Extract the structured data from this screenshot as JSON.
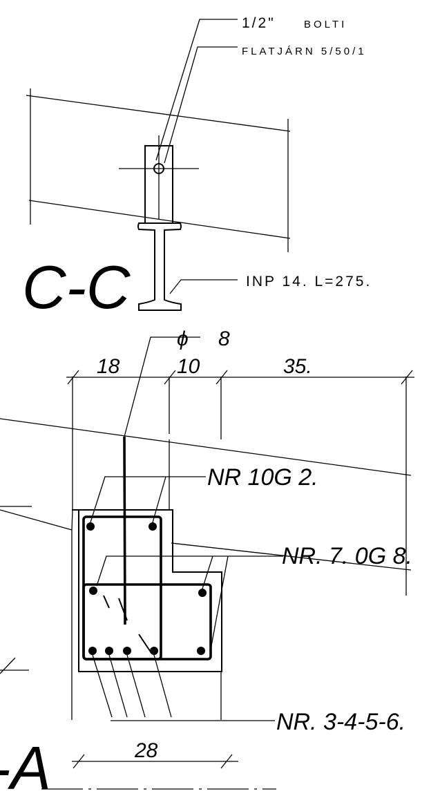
{
  "labels": {
    "bolt_size": "1/2\"",
    "bolt_word": "BOLTI",
    "flat_bar": "FLATJÁRN 5/50/1",
    "beam": "INP 14. L=275.",
    "section_cc": "C-C",
    "phi_symbol": "ϕ",
    "phi_value": "8",
    "dim_18": "18",
    "dim_10": "10",
    "dim_35": "35.",
    "nr_10": "NR 10G 2.",
    "nr_7": "NR. 7. 0G 8.",
    "nr_3456": "NR. 3-4-5-6.",
    "dim_28": "28",
    "section_a_fragment": "-A"
  },
  "colors": {
    "ink": "#000000",
    "paper": "#ffffff"
  }
}
